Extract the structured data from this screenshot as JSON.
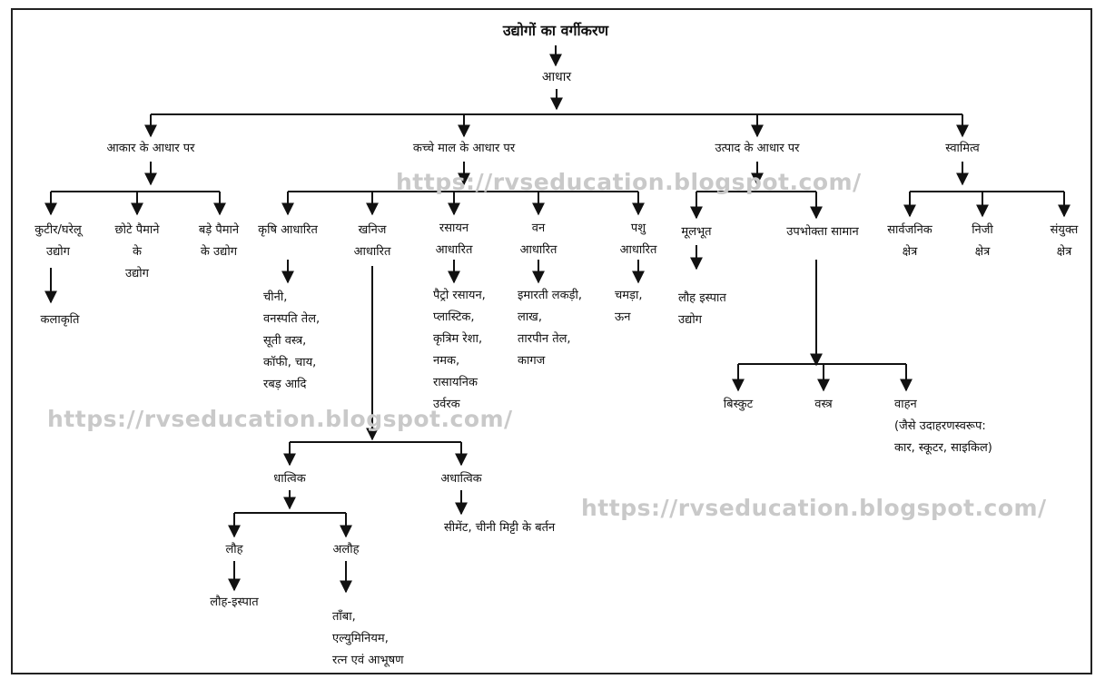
{
  "title": "उद्योगों का वर्गीकरण",
  "basis": "आधार",
  "categories": {
    "size": "आकार के आधार पर",
    "raw": "कच्चे माल के आधार पर",
    "product": "उत्पाद के आधार पर",
    "ownership": "स्वामित्व"
  },
  "size_items": {
    "cottage": [
      "कुटीर/घरेलू",
      "उद्योग"
    ],
    "small": [
      "छोटे पैमाने",
      "के",
      "उद्योग"
    ],
    "large": [
      "बड़े पैमाने",
      "के उद्योग"
    ],
    "cottage_example": "कलाकृति"
  },
  "raw_items": {
    "agro": "कृषि आधारित",
    "agro_examples": [
      "चीनी,",
      "वनस्पति तेल,",
      "सूती वस्त्र,",
      "कॉफी, चाय,",
      "रबड़ आदि"
    ],
    "mineral": [
      "खनिज",
      "आधारित"
    ],
    "chemical": [
      "रसायन",
      "आधारित"
    ],
    "chemical_examples": [
      "पैट्रो रसायन,",
      "प्लास्टिक,",
      "कृत्रिम रेशा,",
      "नमक,",
      "रासायनिक",
      "उर्वरक"
    ],
    "forest": [
      "वन",
      "आधारित"
    ],
    "forest_examples": [
      "इमारती लकड़ी,",
      "लाख,",
      "तारपीन तेल,",
      "कागज"
    ],
    "animal": [
      "पशु",
      "आधारित"
    ],
    "animal_examples": [
      "चमड़ा,",
      "ऊन"
    ]
  },
  "mineral_items": {
    "metallic": "धात्विक",
    "nonmetallic": "अधात्विक",
    "nonmetallic_example": "सीमेंट, चीनी मिट्टी के बर्तन",
    "ferrous": "लौह",
    "nonferrous": "अलौह",
    "ferrous_example": "लौह-इस्पात",
    "nonferrous_examples": [
      "ताँबा,",
      "एल्युमिनियम,",
      "रत्न एवं आभूषण"
    ]
  },
  "product_items": {
    "basic": "मूलभूत",
    "basic_example": [
      "लौह इस्पात",
      "उद्योग"
    ],
    "consumer": "उपभोक्ता सामान",
    "biscuit": "बिस्कुट",
    "cloth": "वस्त्र",
    "vehicle": [
      "वाहन",
      "(जैसे उदाहरणस्वरूप:",
      "कार, स्कूटर, साइकिल)"
    ]
  },
  "ownership_items": {
    "public": [
      "सार्वजनिक",
      "क्षेत्र"
    ],
    "private": [
      "निजी",
      "क्षेत्र"
    ],
    "joint": [
      "संयुक्त",
      "क्षेत्र"
    ]
  },
  "watermark": "https://rvseducation.blogspot.com/"
}
